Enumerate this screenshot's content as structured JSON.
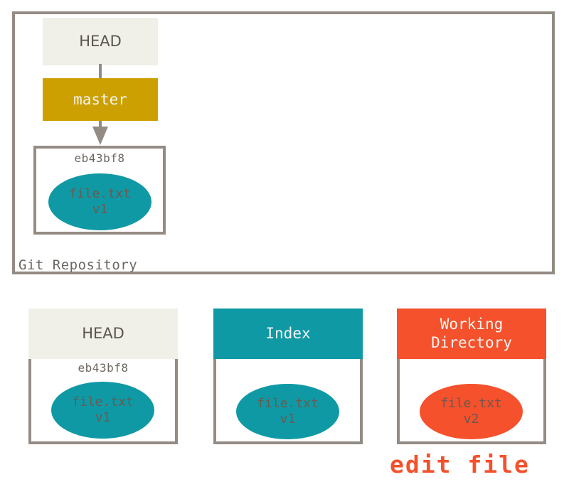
{
  "diagram": {
    "title": "Git Repository",
    "repository": {
      "label": "Git Repository",
      "head_box": {
        "label": "HEAD"
      },
      "branch_box": {
        "label": "master"
      },
      "commit": {
        "hash": "eb43bf8",
        "blob": {
          "filename": "file.txt",
          "version": "v1"
        }
      }
    },
    "areas": [
      {
        "name": "head",
        "header": "HEAD",
        "hash": "eb43bf8",
        "blob": {
          "filename": "file.txt",
          "version": "v1"
        }
      },
      {
        "name": "index",
        "header": "Index",
        "hash": "",
        "blob": {
          "filename": "file.txt",
          "version": "v1"
        }
      },
      {
        "name": "working-directory",
        "header_line1": "Working",
        "header_line2": "Directory",
        "hash": "",
        "blob": {
          "filename": "file.txt",
          "version": "v2"
        }
      }
    ],
    "caption": "edit file",
    "colors": {
      "border_gray": "#948c84",
      "cream": "#f0efe8",
      "gold": "#cca000",
      "teal": "#0f99a5",
      "orange": "#f4512c",
      "text_gray": "#6b6660",
      "blob_text": "#6b5a50"
    }
  }
}
